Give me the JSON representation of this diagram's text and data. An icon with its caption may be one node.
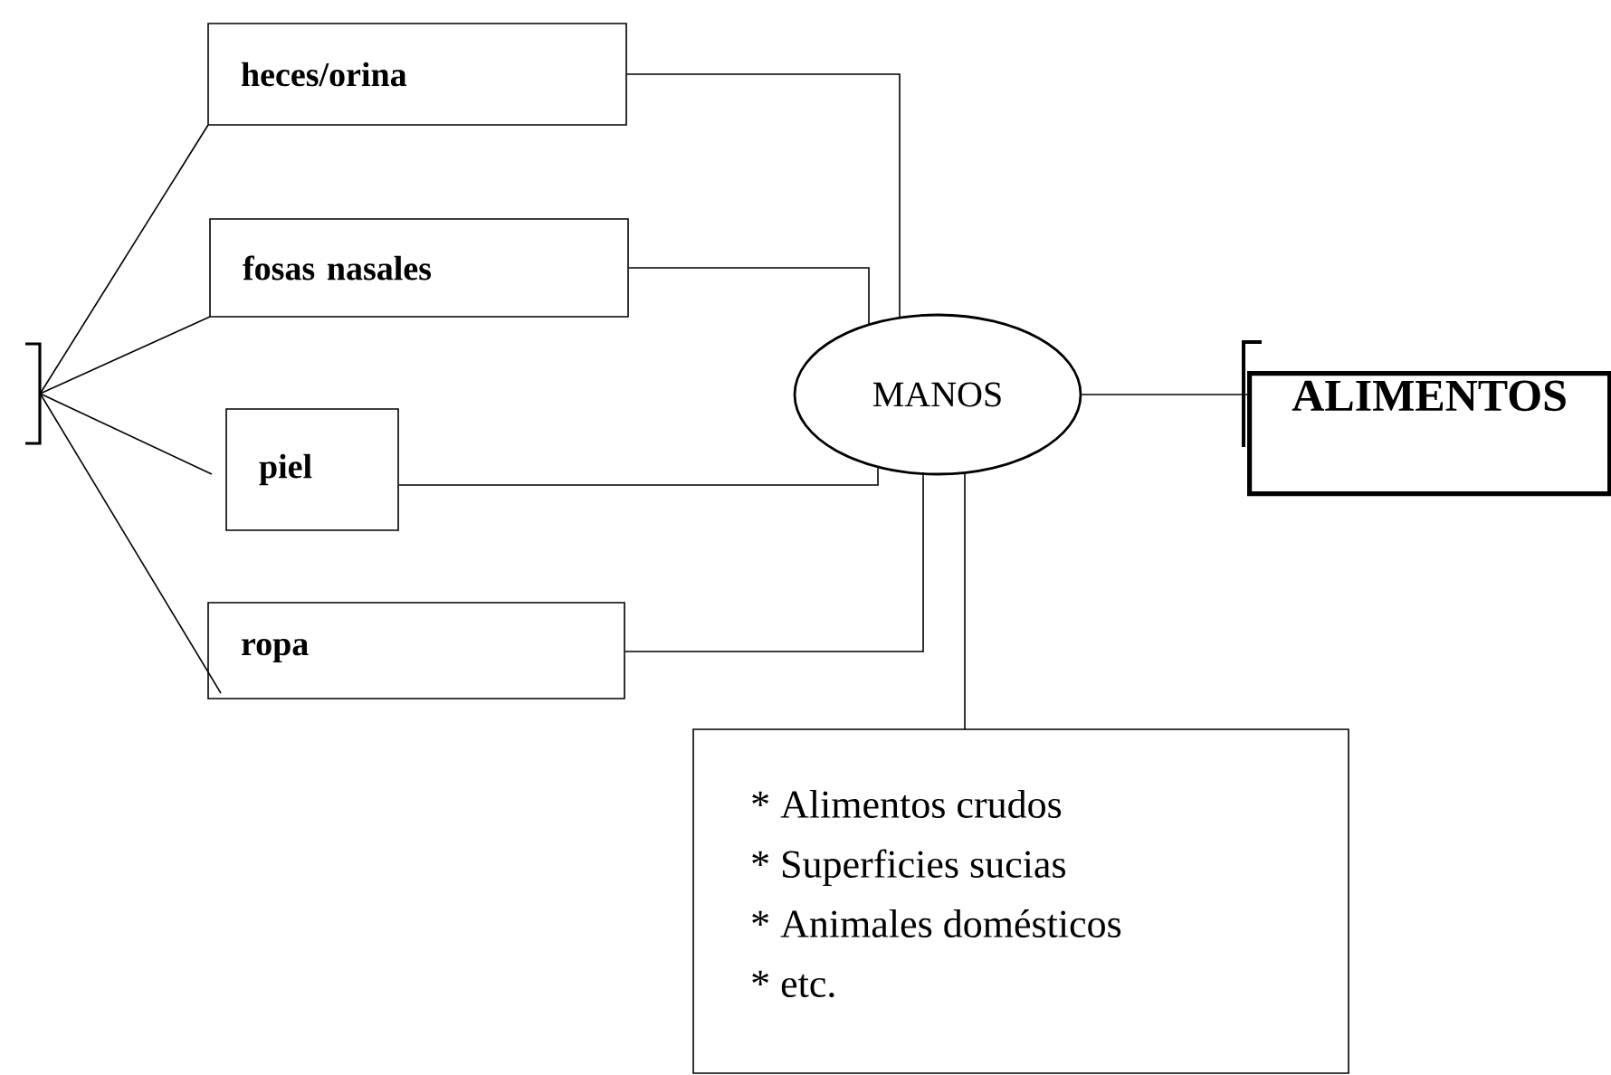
{
  "diagram": {
    "nodes": [
      {
        "text": [],
        "shape": "bracket"
      },
      {
        "text": [
          "heces/orina"
        ]
      },
      {
        "text": [
          "fosas nasales"
        ]
      },
      {
        "text": [
          "piel"
        ]
      },
      {
        "text": [
          "ropa"
        ]
      },
      {
        "text": [
          "MANOS"
        ]
      },
      {
        "text": [
          "ALIMENTOS"
        ]
      },
      {
        "text": [
          "* Alimentos crudos",
          "* Superficies sucias",
          "* Animales domésticos",
          "* etc."
        ]
      }
    ],
    "edges": [
      {
        "from": 0,
        "to": 1,
        "arrow": "none"
      },
      {
        "from": 0,
        "to": 2,
        "arrow": "none"
      },
      {
        "from": 0,
        "to": 3,
        "arrow": "none"
      },
      {
        "from": 0,
        "to": 4,
        "arrow": "none"
      },
      {
        "from": 1,
        "to": 5,
        "arrow": "none"
      },
      {
        "from": 2,
        "to": 5,
        "arrow": "none"
      },
      {
        "from": 3,
        "to": 5,
        "arrow": "none"
      },
      {
        "from": 4,
        "to": 5,
        "arrow": "none"
      },
      {
        "from": 5,
        "to": 6,
        "arrow": "none"
      },
      {
        "from": 5,
        "to": 7,
        "arrow": "none"
      }
    ]
  }
}
